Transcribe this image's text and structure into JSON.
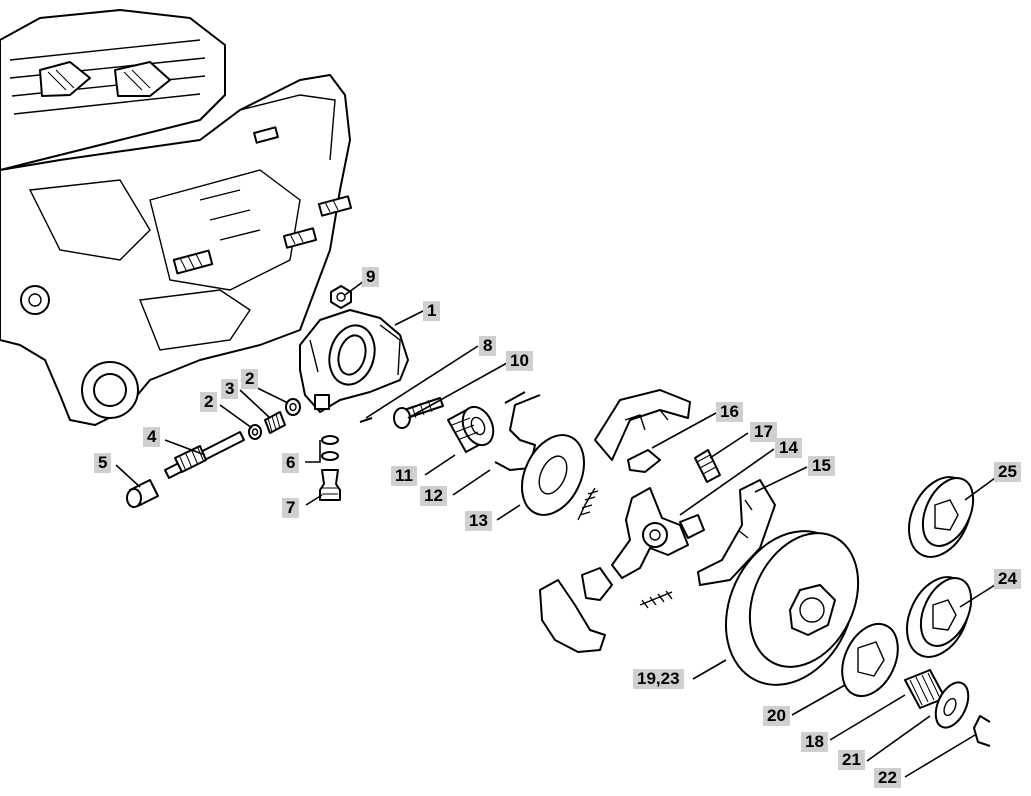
{
  "callouts": {
    "c1": "1",
    "c2a": "2",
    "c2b": "2",
    "c3": "3",
    "c4": "4",
    "c5": "5",
    "c6": "6",
    "c7": "7",
    "c8": "8",
    "c9": "9",
    "c10": "10",
    "c11": "11",
    "c12": "12",
    "c13": "13",
    "c14": "14",
    "c15": "15",
    "c16": "16",
    "c17": "17",
    "c18": "18",
    "c1923": "19,23",
    "c20": "20",
    "c21": "21",
    "c22": "22",
    "c24": "24",
    "c25": "25"
  }
}
